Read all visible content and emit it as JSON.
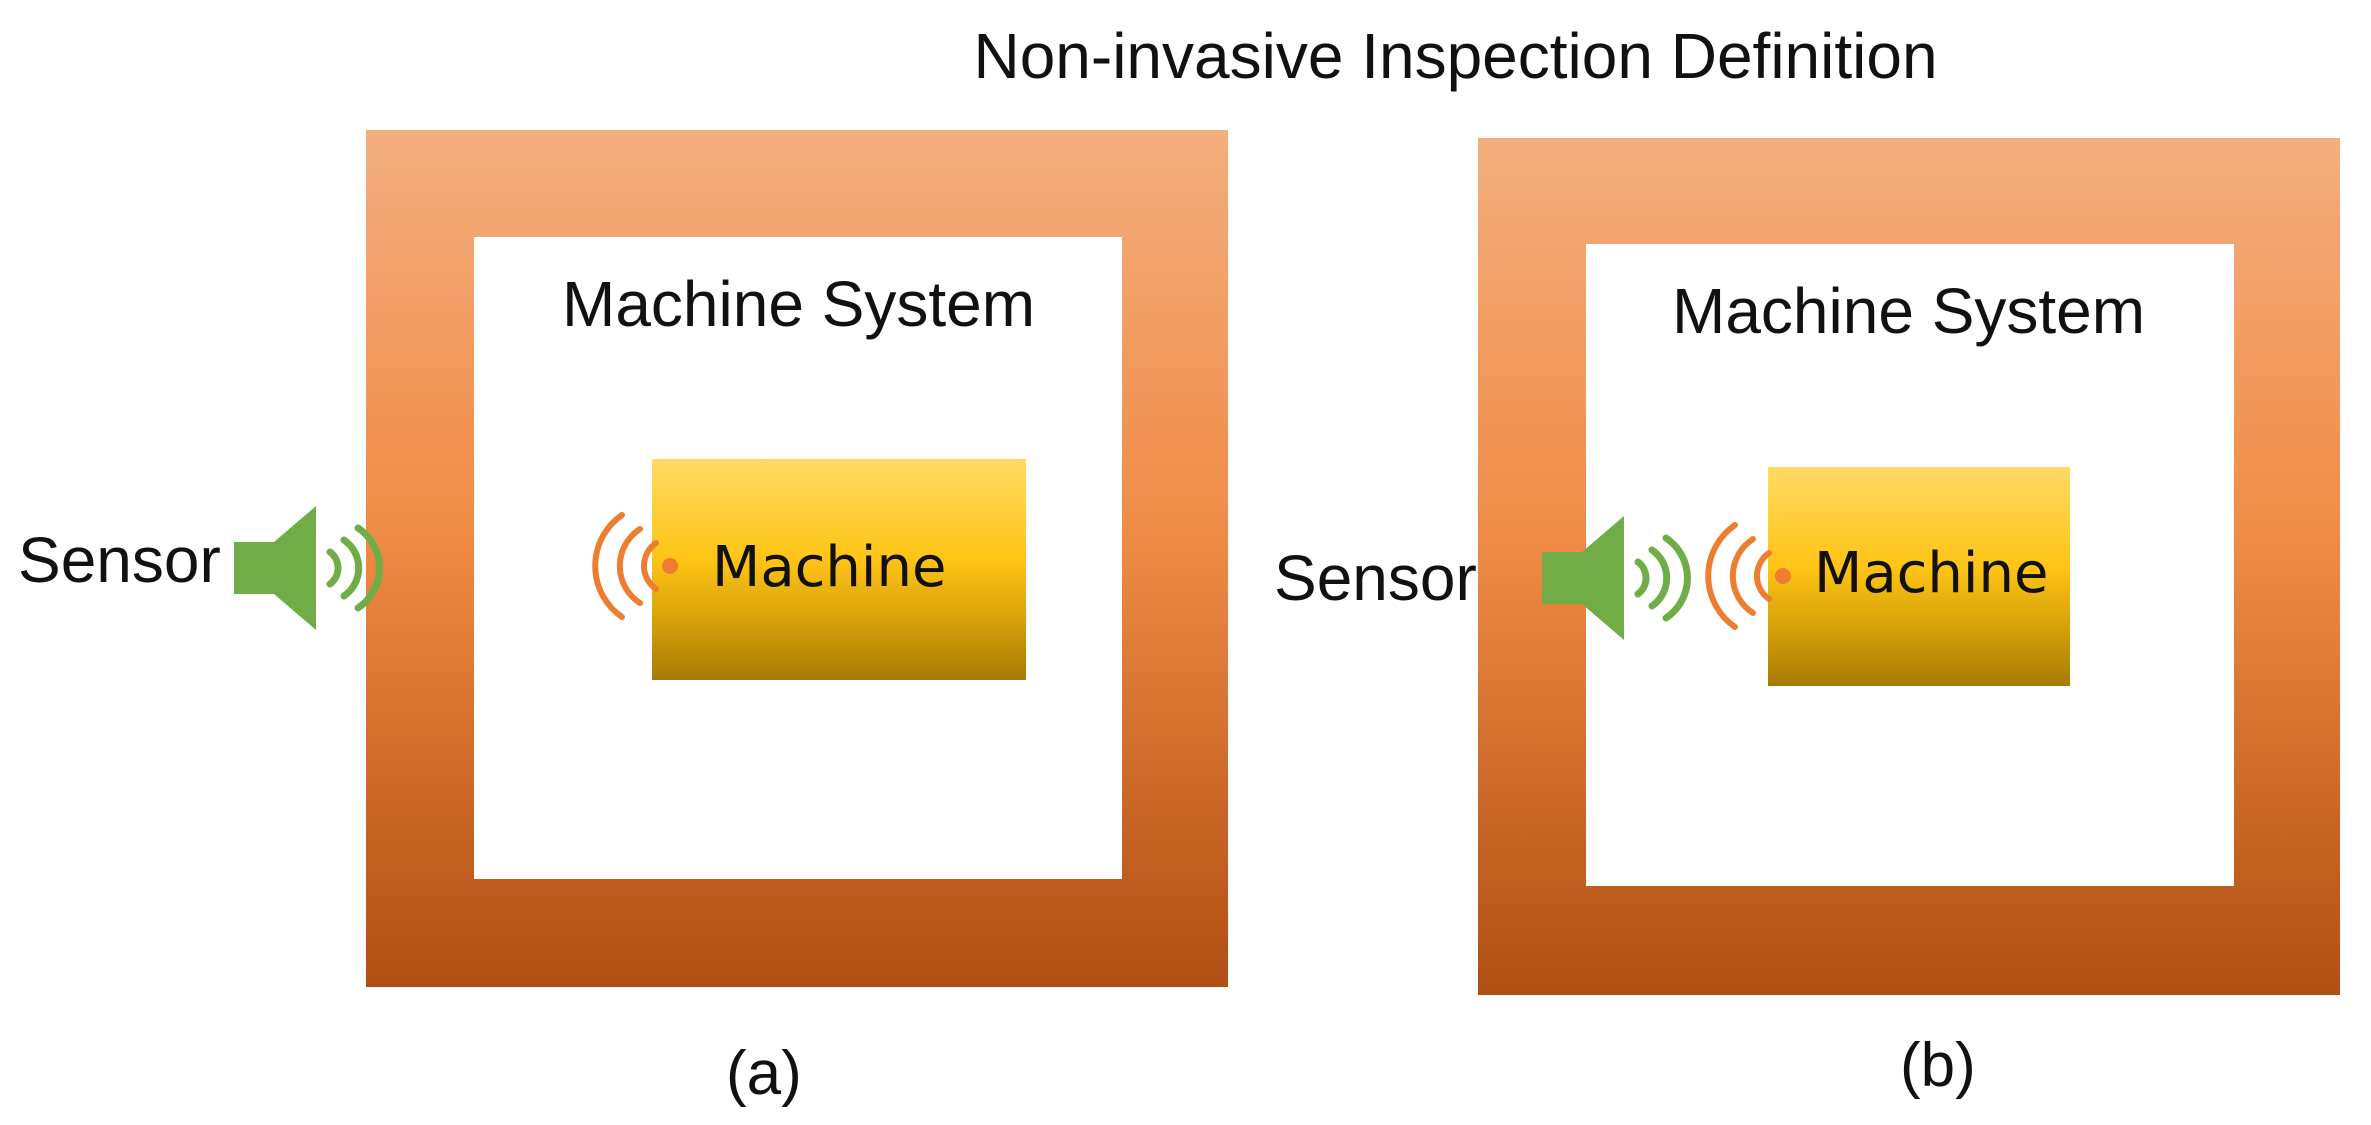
{
  "title": "Non-invasive Inspection Definition",
  "panels": [
    {
      "system_label": "Machine System",
      "machine_label": "Machine",
      "sensor_label": "Sensor",
      "caption": "(a)"
    },
    {
      "system_label": "Machine System",
      "machine_label": "Machine",
      "sensor_label": "Sensor",
      "caption": "(b)"
    }
  ],
  "colors": {
    "frame_top": "#f3ae7e",
    "frame_mid": "#ef8a45",
    "frame_bottom": "#b04f14",
    "machine_top": "#ffda63",
    "machine_mid": "#ffc416",
    "machine_bottom": "#a77a05",
    "speaker": "#70ad47",
    "emission": "#ed7d31"
  },
  "icons": {
    "sensor": "speaker-icon",
    "emission": "sound-wave-icon"
  }
}
